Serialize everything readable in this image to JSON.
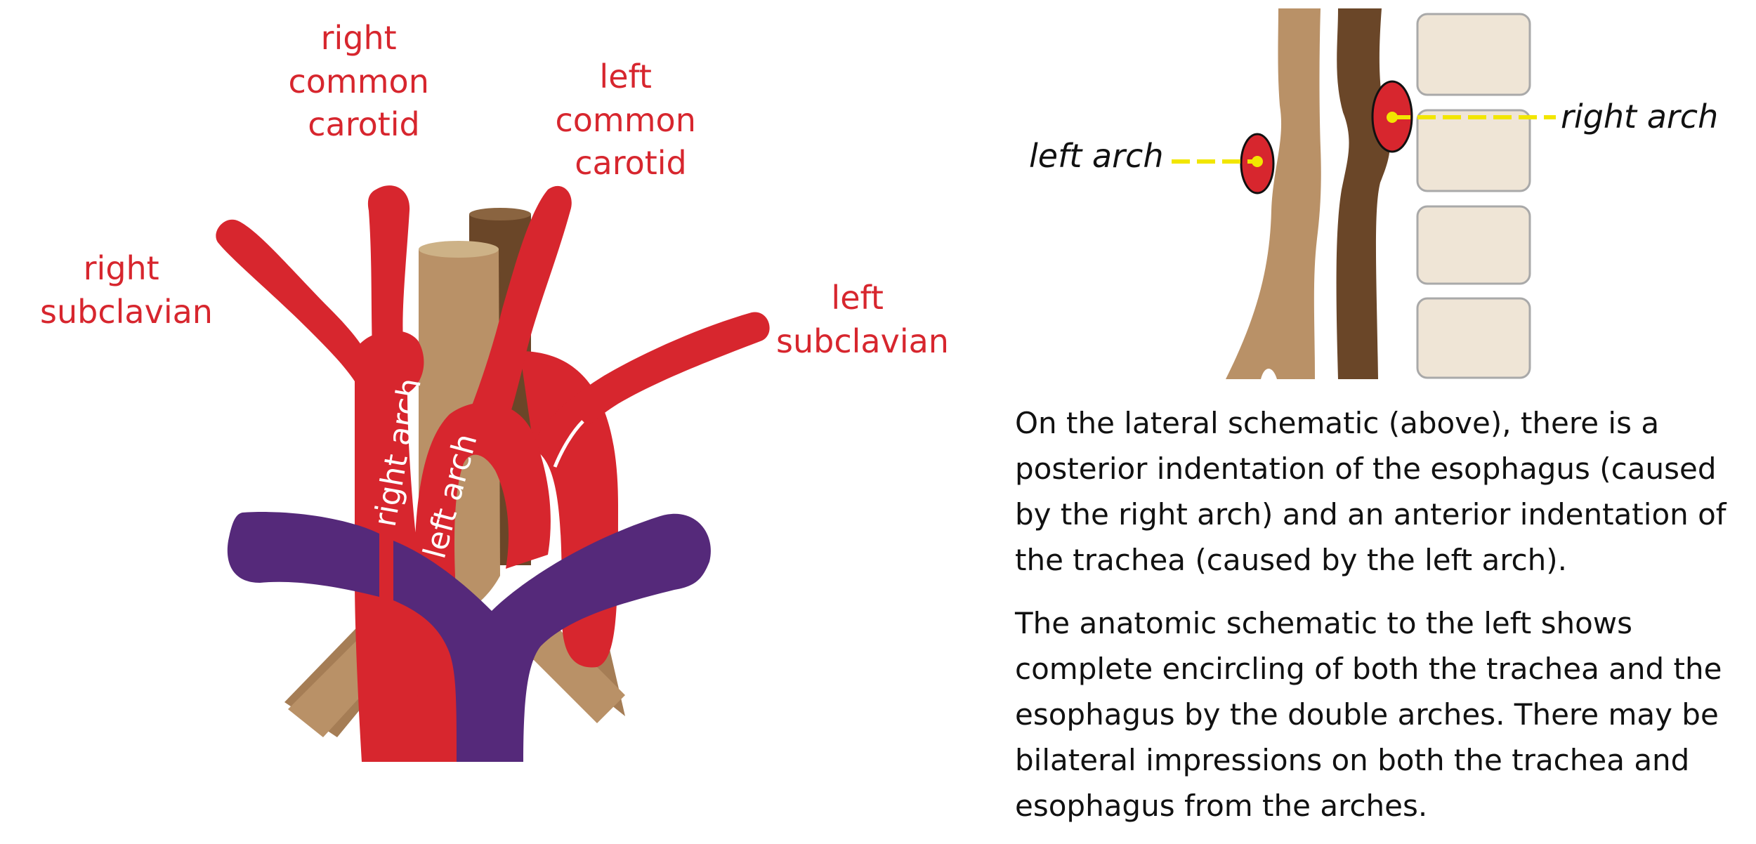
{
  "anatomic_labels": {
    "right_common_carotid": [
      "right",
      "common",
      "carotid"
    ],
    "left_common_carotid": [
      "left",
      "common",
      "carotid"
    ],
    "right_subclavian": [
      "right",
      "subclavian"
    ],
    "left_subclavian": [
      "left",
      "subclavian"
    ],
    "right_arch": "right arch",
    "left_arch": "left arch"
  },
  "lateral_labels": {
    "left_arch": "left arch",
    "right_arch": "right arch"
  },
  "text": {
    "paragraph1": "On the lateral schematic (above), there is a posterior indentation of the esophagus (caused by the right arch) and an anterior indentation of the trachea (caused by the left arch).",
    "paragraph2": "The anatomic schematic to the left shows complete encircling of both the trachea and the esophagus by the double arches. There may be bilateral impressions on both the trachea and esophagus from the arches."
  },
  "colors": {
    "artery_red": "#d7262e",
    "vein_purple": "#55297a",
    "trachea_tan": "#b99167",
    "esophagus_brown": "#6a4628",
    "vertebra_beige": "#efe5d6",
    "pointer_yellow": "#f2e600"
  }
}
